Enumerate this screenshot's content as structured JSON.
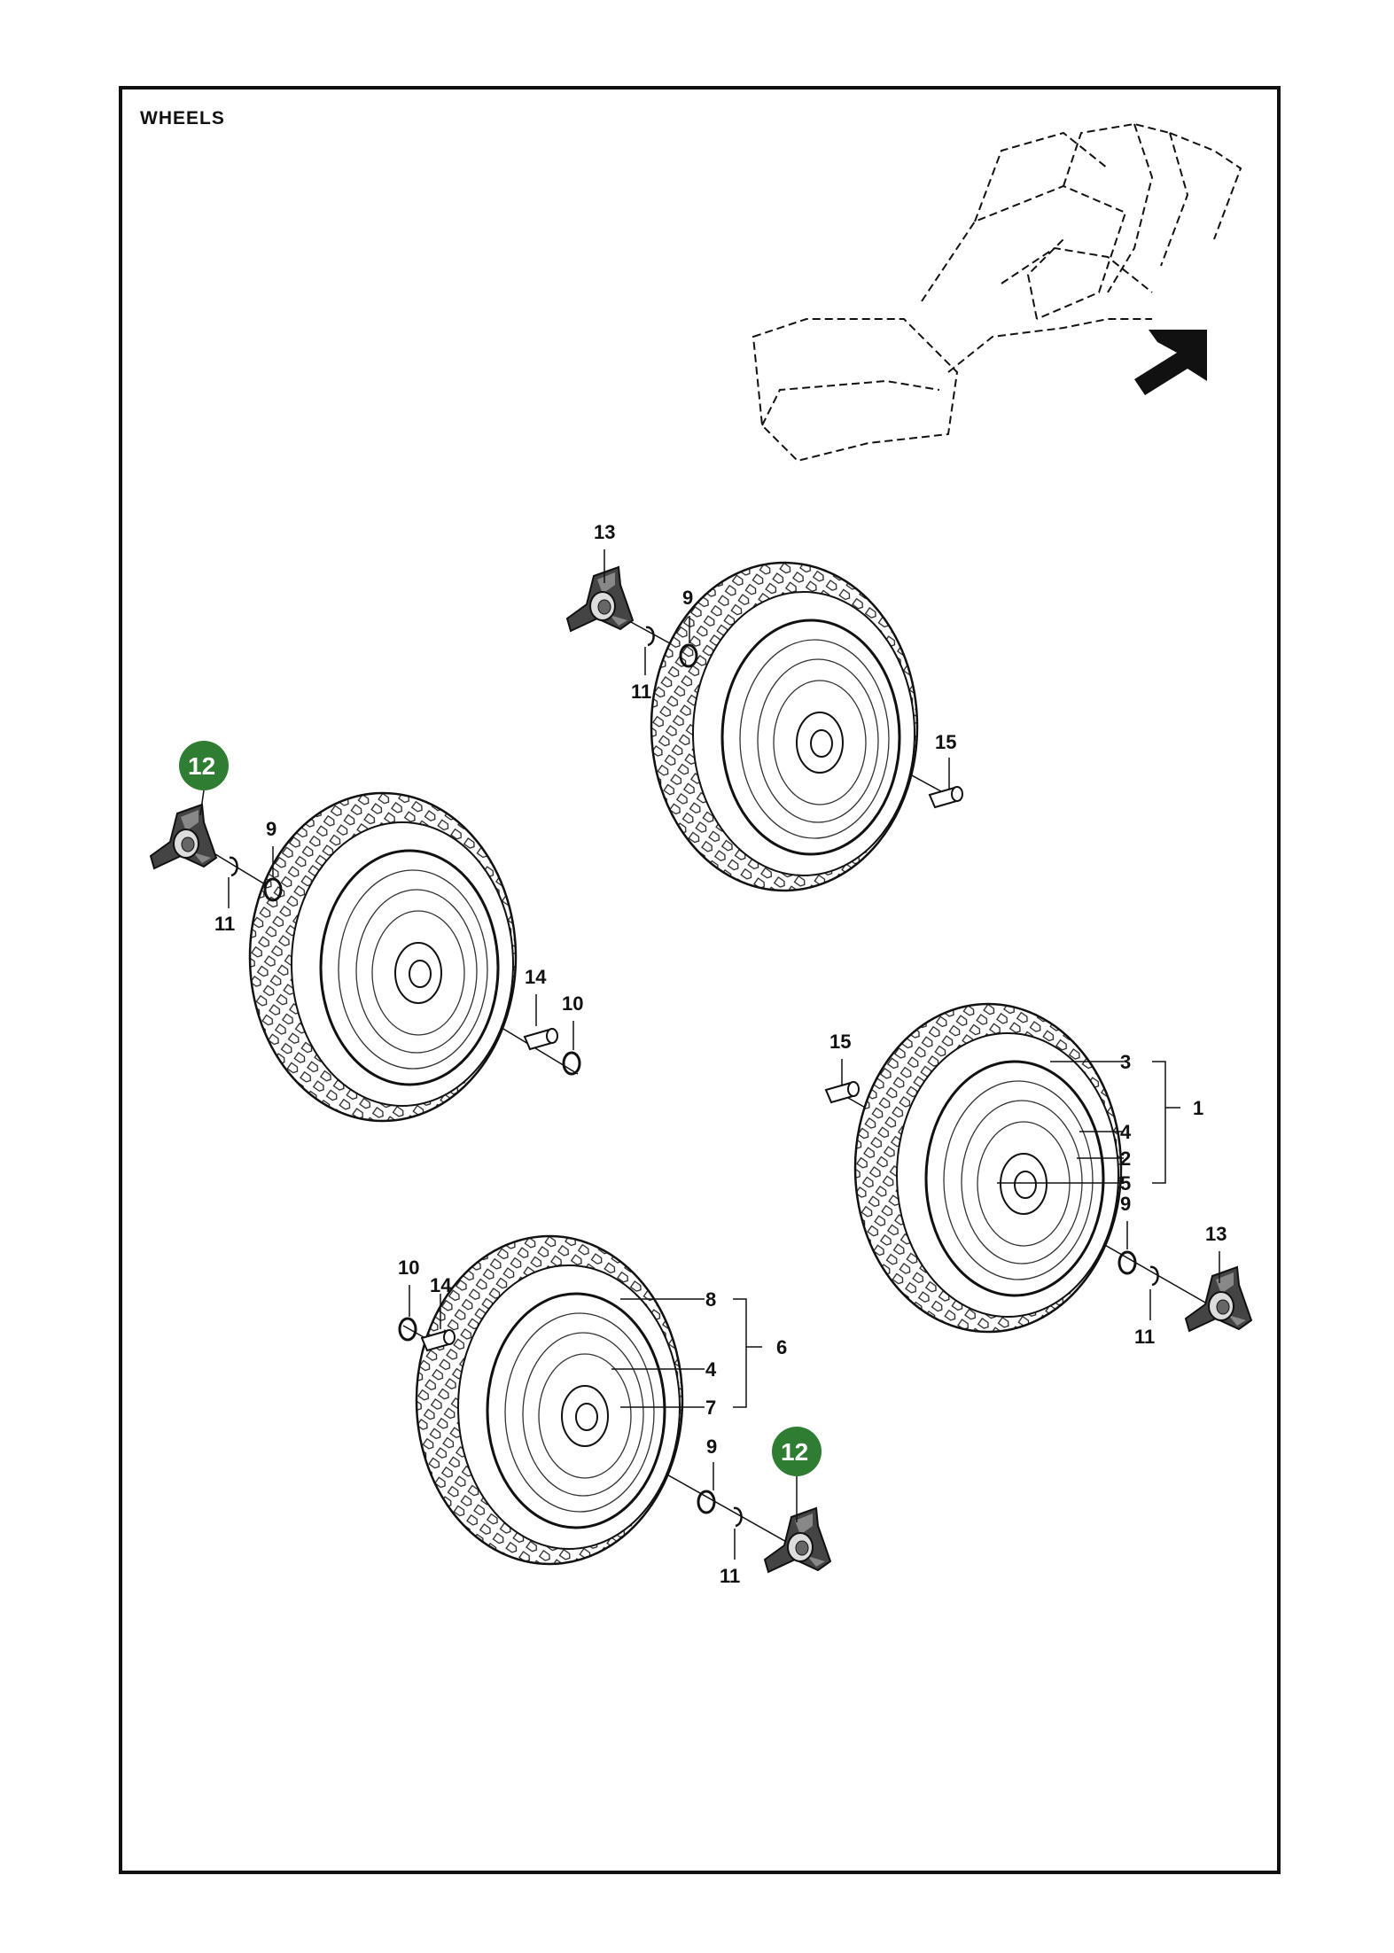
{
  "title": "WHEELS",
  "highlight_color": "#2e7d32",
  "labels": {
    "w1_13": "13",
    "w1_9": "9",
    "w1_11": "11",
    "w1_15": "15",
    "w2_12": "12",
    "w2_9": "9",
    "w2_11": "11",
    "w2_14": "14",
    "w2_10": "10",
    "w3_15": "15",
    "w3_3": "3",
    "w3_1": "1",
    "w3_4": "4",
    "w3_2": "2",
    "w3_5": "5",
    "w3_9": "9",
    "w3_13": "13",
    "w3_11": "11",
    "w4_10": "10",
    "w4_14": "14",
    "w4_8": "8",
    "w4_6": "6",
    "w4_4": "4",
    "w4_7": "7",
    "w4_9": "9",
    "w4_12": "12",
    "w4_11": "11"
  },
  "icons": {
    "orientation_arrow": "arrow-icon",
    "frame_reference": "tractor-frame-icon"
  }
}
